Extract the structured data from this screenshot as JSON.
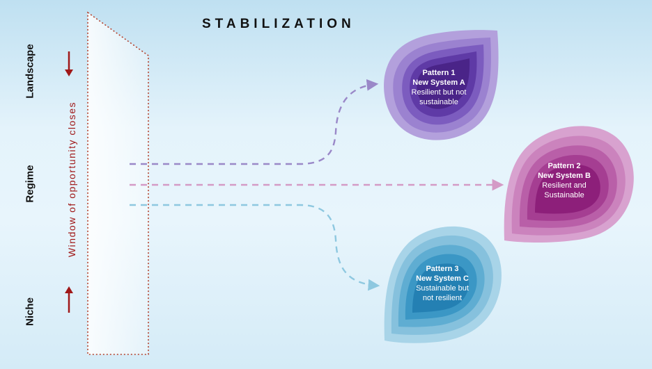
{
  "title": "STABILIZATION",
  "levels": {
    "landscape": "Landscape",
    "regime": "Regime",
    "niche": "Niche"
  },
  "window_label": "Window of opportunity closes",
  "patterns": [
    {
      "name": "Pattern 1",
      "system": "New System A",
      "desc_line1": "Resilient but not",
      "desc_line2": "sustainable",
      "color": "#5a2a9e"
    },
    {
      "name": "Pattern 2",
      "system": "New System B",
      "desc_line1": "Resilient and",
      "desc_line2": "Sustainable",
      "color": "#a0207e"
    },
    {
      "name": "Pattern 3",
      "system": "New System C",
      "desc_line1": "Sustainable but",
      "desc_line2": "not resilient",
      "color": "#2a8fbc"
    }
  ],
  "colors": {
    "arrow_red": "#a01818",
    "window_border": "#b5402a",
    "path_purple": "#9a88c8",
    "path_pink": "#d49ac6",
    "path_blue": "#8ec8e0"
  }
}
